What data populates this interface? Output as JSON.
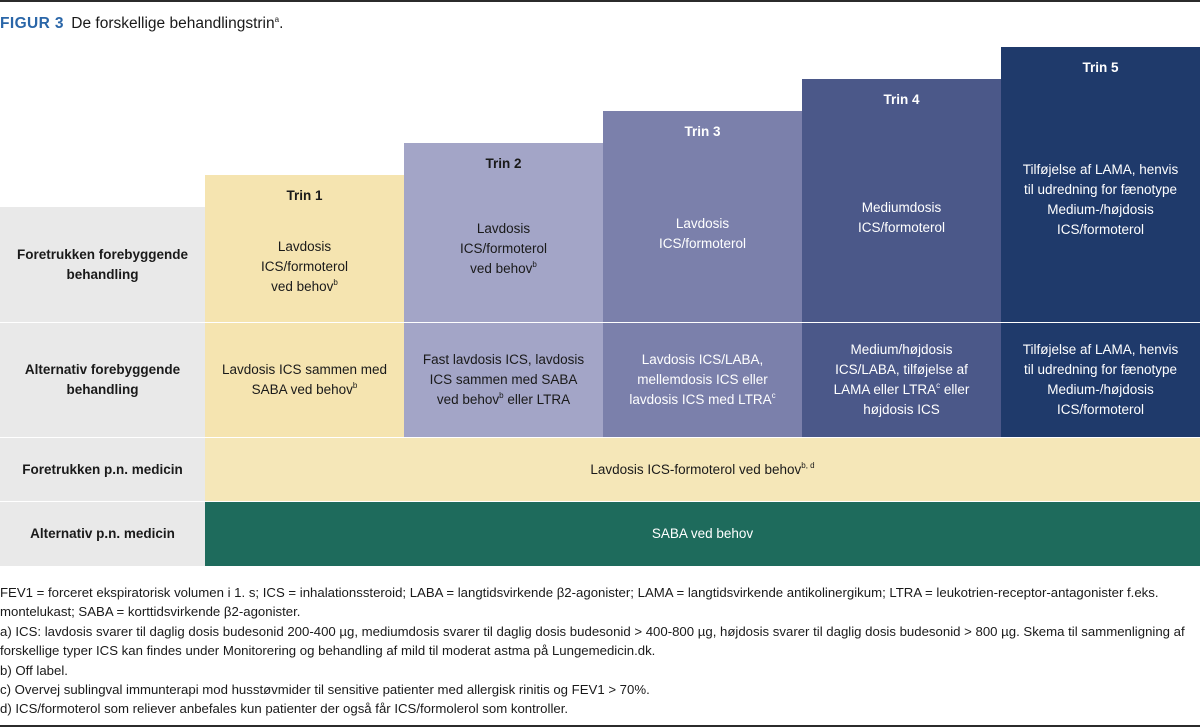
{
  "figure": {
    "label": "FIGUR 3",
    "title": "De forskellige behandlingstrin",
    "title_sup": "a",
    "title_end": "."
  },
  "row_labels": {
    "preferred_controller": "Foretrukken forebyggende behandling",
    "alternative_controller": "Alternativ forebyggende behandling",
    "preferred_reliever": "Foretrukken p.n. medicin",
    "alternative_reliever": "Alternativ p.n. medicin"
  },
  "steps": [
    {
      "label": "Trin 1",
      "preferred": [
        "Lavdosis",
        "ICS/formoterol",
        "ved behov"
      ],
      "preferred_sup": "b",
      "alternative": [
        "Lavdosis ICS sammen med",
        "SABA ved behov"
      ],
      "alternative_sup": "b"
    },
    {
      "label": "Trin 2",
      "preferred": [
        "Lavdosis",
        "ICS/formoterol",
        "ved behov"
      ],
      "preferred_sup": "b",
      "alternative": [
        "Fast lavdosis ICS, lavdosis",
        "ICS sammen med SABA",
        "ved behov",
        " eller LTRA"
      ],
      "alternative_sup": "b"
    },
    {
      "label": "Trin 3",
      "preferred": [
        "Lavdosis",
        "ICS/formoterol"
      ],
      "alternative": [
        "Lavdosis ICS/LABA,",
        "mellemdosis ICS eller",
        "lavdosis ICS med LTRA"
      ],
      "alternative_sup": "c"
    },
    {
      "label": "Trin 4",
      "preferred": [
        "Mediumdosis",
        "ICS/formoterol"
      ],
      "alternative": [
        "Medium/højdosis",
        "ICS/LABA, tilføjelse af",
        "LAMA eller LTRA",
        " eller",
        "højdosis ICS"
      ],
      "alternative_sup": "c"
    },
    {
      "label": "Trin 5",
      "preferred": [
        "Tilføjelse af LAMA, henvis",
        "til udredning for fænotype",
        "Medium-/højdosis",
        "ICS/formoterol"
      ],
      "alternative": [
        "Tilføjelse af LAMA, henvis",
        "til udredning for fænotype",
        "Medium-/højdosis",
        "ICS/formoterol"
      ]
    }
  ],
  "preferred_reliever": {
    "text": "Lavdosis ICS-formoterol ved behov",
    "sup": "b, d"
  },
  "alternative_reliever": {
    "text": "SABA ved behov"
  },
  "colors": {
    "trin1": "#f5e4b0",
    "trin2": "#a3a5c7",
    "trin3": "#7b80ab",
    "trin4": "#4b5889",
    "trin5": "#1f3a6b",
    "reliever_preferred": "#f5e7b8",
    "reliever_alternative": "#1e6b5c",
    "label_bg": "#e9e9e9"
  },
  "footnotes": [
    "FEV1 = forceret ekspiratorisk volumen i 1. s; ICS = inhalationssteroid; LABA = langtidsvirkende β2-agonister; LAMA = langtidsvirkende antikolinergikum; LTRA = leukotrien-receptor-antagonister f.eks. montelukast; SABA = korttidsvirkende β2-agonister.",
    "a) ICS: lavdosis svarer til daglig dosis budesonid 200-400 µg, mediumdosis svarer til daglig dosis budesonid > 400-800 µg, højdosis svarer til daglig dosis budesonid > 800 µg. Skema til sammenligning af forskellige typer ICS kan findes under Monitorering og behandling af mild til moderat astma på Lungemedicin.dk.",
    "b) Off label.",
    "c) Overvej sublingval immunterapi mod husstøvmider til sensitive patienter med allergisk rinitis og FEV1 > 70%.",
    "d) ICS/formoterol som reliever anbefales kun patienter der også får ICS/formolerol som kontroller."
  ]
}
